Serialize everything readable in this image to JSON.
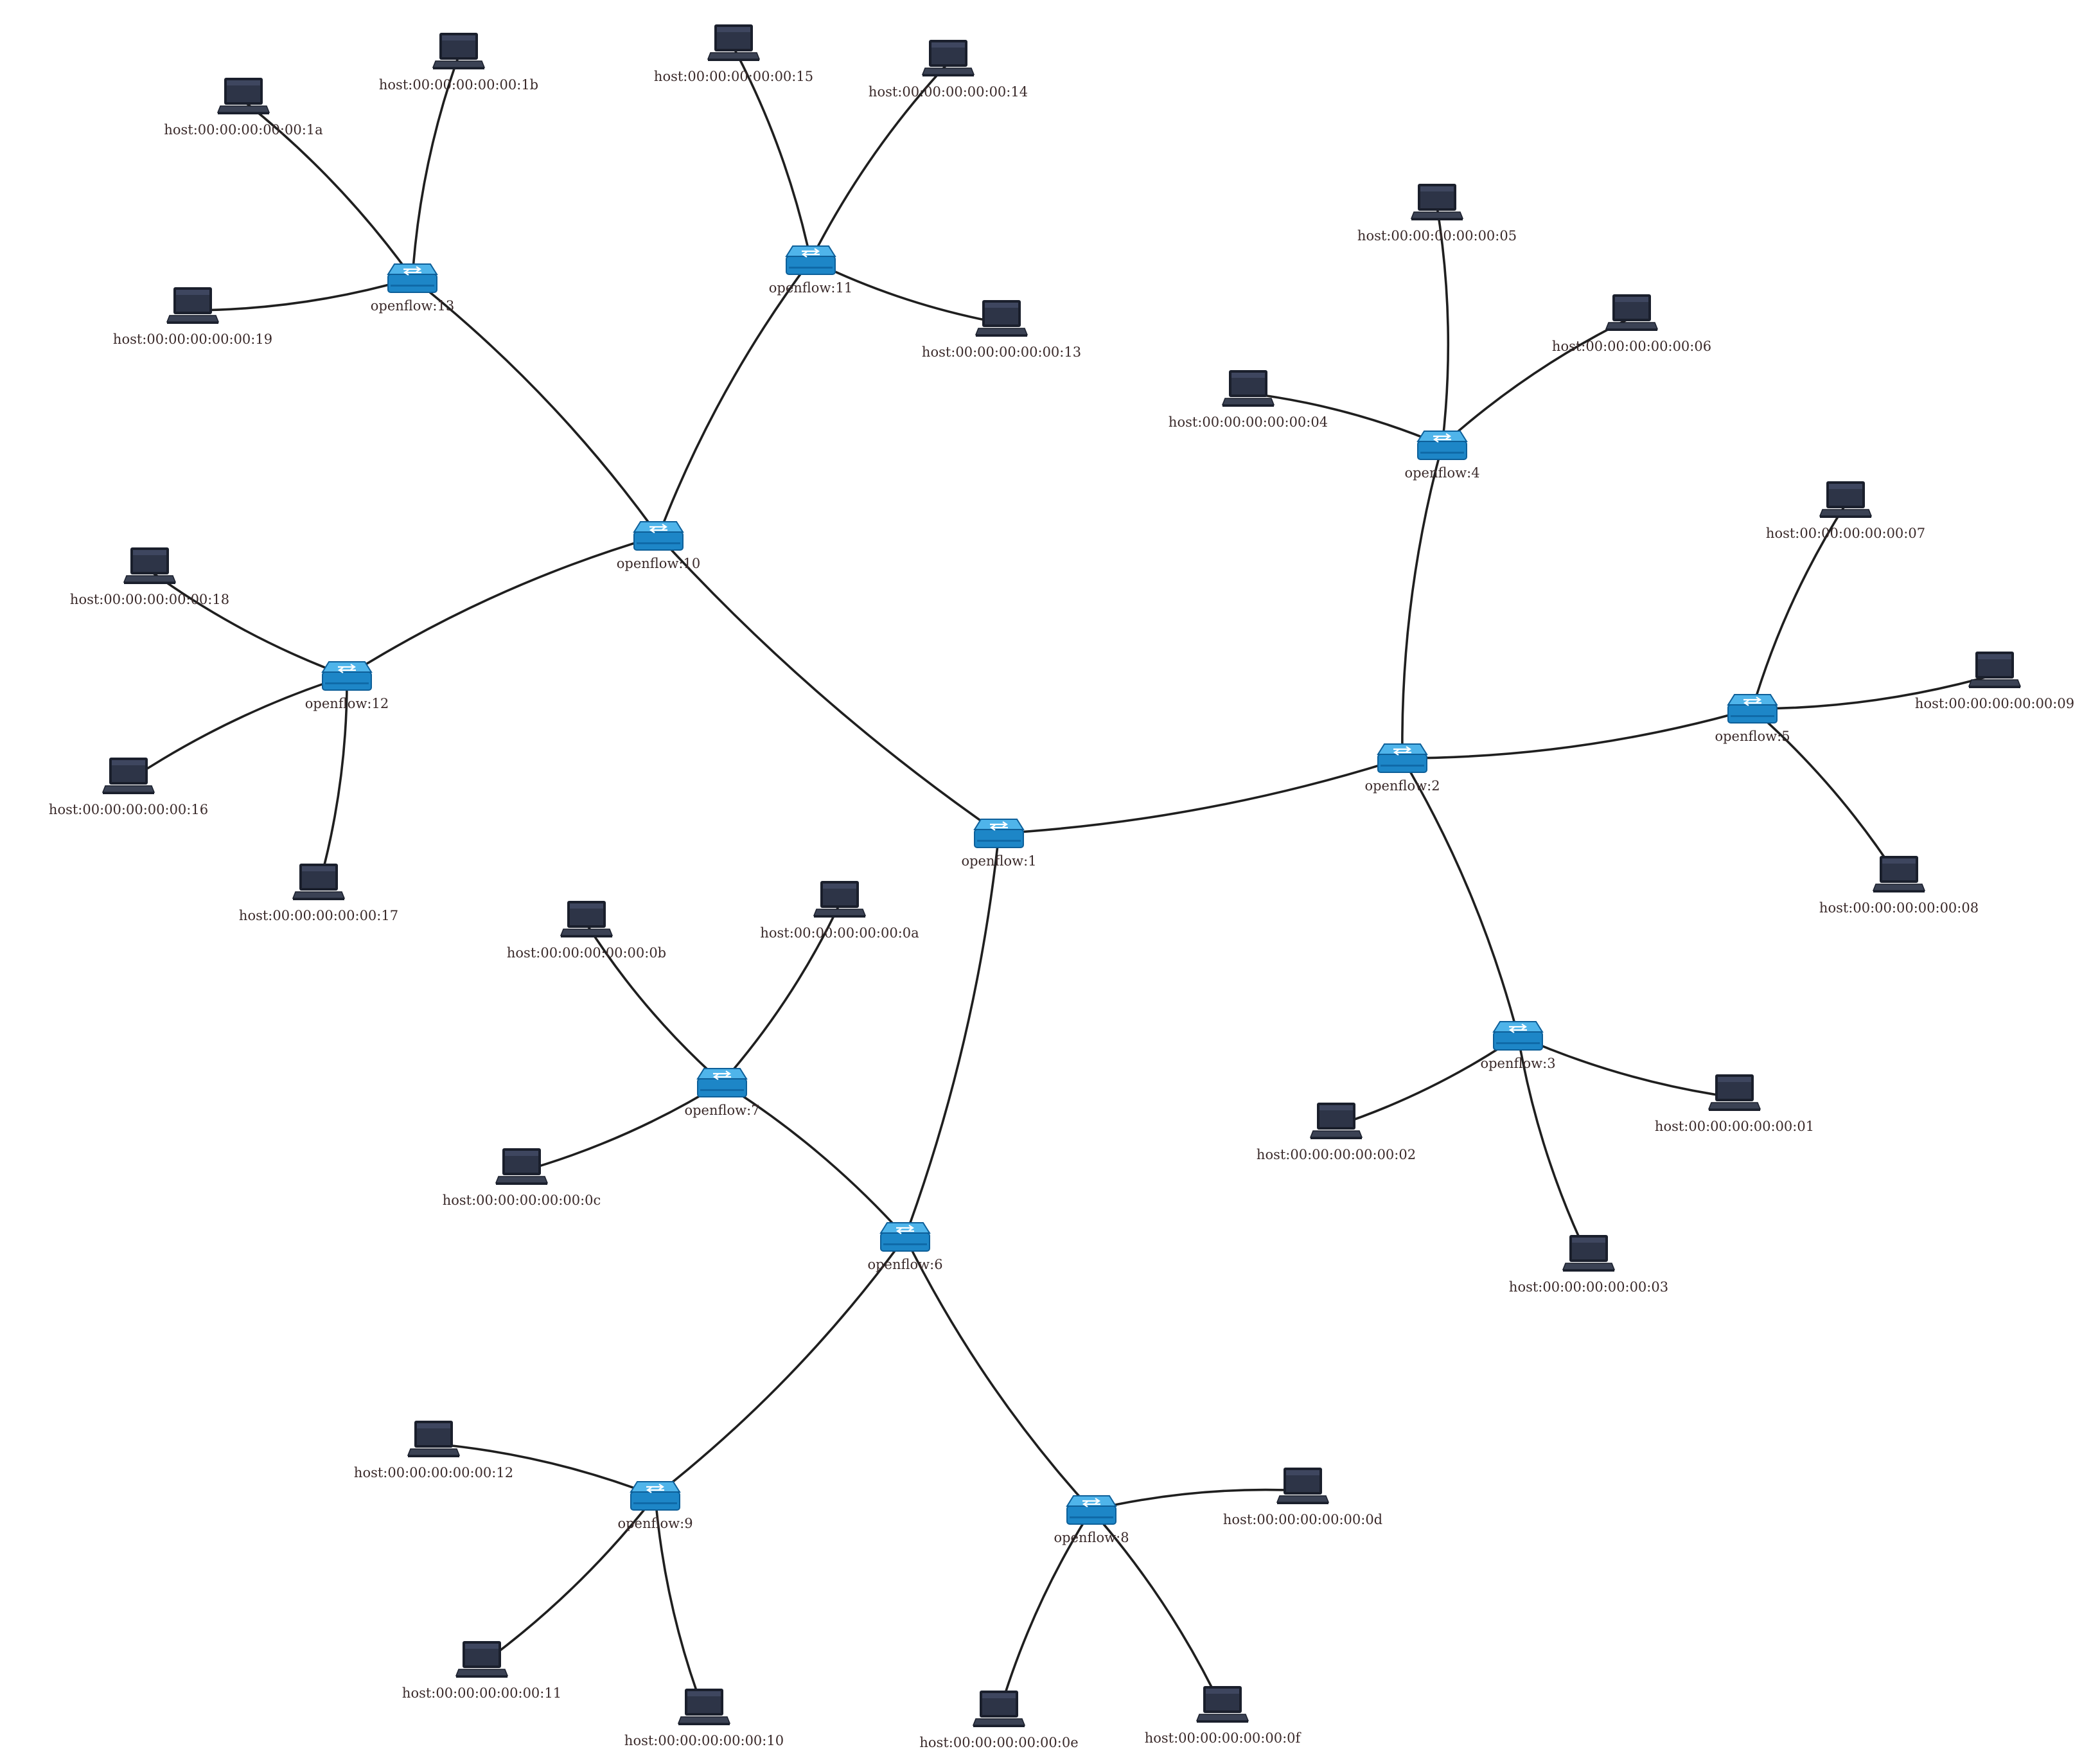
{
  "colors": {
    "switch_top": "#4fb4ea",
    "switch_body": "#1d86c7",
    "switch_edge": "#0d5f99",
    "host_screen": "#2d3447",
    "host_frame": "#1a1f2c",
    "host_base": "#3b4254",
    "edge": "#1f1f1f",
    "label": "#3a2a2a"
  },
  "icons": {
    "switch": "network-switch-icon",
    "host": "laptop-host-icon"
  },
  "nodes": [
    {
      "id": "s1",
      "type": "switch",
      "label": "openflow:1"
    },
    {
      "id": "s2",
      "type": "switch",
      "label": "openflow:2"
    },
    {
      "id": "s3",
      "type": "switch",
      "label": "openflow:3"
    },
    {
      "id": "s4",
      "type": "switch",
      "label": "openflow:4"
    },
    {
      "id": "s5",
      "type": "switch",
      "label": "openflow:5"
    },
    {
      "id": "s6",
      "type": "switch",
      "label": "openflow:6"
    },
    {
      "id": "s7",
      "type": "switch",
      "label": "openflow:7"
    },
    {
      "id": "s8",
      "type": "switch",
      "label": "openflow:8"
    },
    {
      "id": "s9",
      "type": "switch",
      "label": "openflow:9"
    },
    {
      "id": "s10",
      "type": "switch",
      "label": "openflow:10"
    },
    {
      "id": "s11",
      "type": "switch",
      "label": "openflow:11"
    },
    {
      "id": "s12",
      "type": "switch",
      "label": "openflow:12"
    },
    {
      "id": "s13",
      "type": "switch",
      "label": "openflow:13"
    },
    {
      "id": "h01",
      "type": "host",
      "label": "host:00:00:00:00:00:01"
    },
    {
      "id": "h02",
      "type": "host",
      "label": "host:00:00:00:00:00:02"
    },
    {
      "id": "h03",
      "type": "host",
      "label": "host:00:00:00:00:00:03"
    },
    {
      "id": "h04",
      "type": "host",
      "label": "host:00:00:00:00:00:04"
    },
    {
      "id": "h05",
      "type": "host",
      "label": "host:00:00:00:00:00:05"
    },
    {
      "id": "h06",
      "type": "host",
      "label": "host:00:00:00:00:00:06"
    },
    {
      "id": "h07",
      "type": "host",
      "label": "host:00:00:00:00:00:07"
    },
    {
      "id": "h08",
      "type": "host",
      "label": "host:00:00:00:00:00:08"
    },
    {
      "id": "h09",
      "type": "host",
      "label": "host:00:00:00:00:00:09"
    },
    {
      "id": "h0a",
      "type": "host",
      "label": "host:00:00:00:00:00:0a"
    },
    {
      "id": "h0b",
      "type": "host",
      "label": "host:00:00:00:00:00:0b"
    },
    {
      "id": "h0c",
      "type": "host",
      "label": "host:00:00:00:00:00:0c"
    },
    {
      "id": "h0d",
      "type": "host",
      "label": "host:00:00:00:00:00:0d"
    },
    {
      "id": "h0e",
      "type": "host",
      "label": "host:00:00:00:00:00:0e"
    },
    {
      "id": "h0f",
      "type": "host",
      "label": "host:00:00:00:00:00:0f"
    },
    {
      "id": "h10",
      "type": "host",
      "label": "host:00:00:00:00:00:10"
    },
    {
      "id": "h11",
      "type": "host",
      "label": "host:00:00:00:00:00:11"
    },
    {
      "id": "h12",
      "type": "host",
      "label": "host:00:00:00:00:00:12"
    },
    {
      "id": "h13",
      "type": "host",
      "label": "host:00:00:00:00:00:13"
    },
    {
      "id": "h14",
      "type": "host",
      "label": "host:00:00:00:00:00:14"
    },
    {
      "id": "h15",
      "type": "host",
      "label": "host:00:00:00:00:00:15"
    },
    {
      "id": "h16",
      "type": "host",
      "label": "host:00:00:00:00:00:16"
    },
    {
      "id": "h17",
      "type": "host",
      "label": "host:00:00:00:00:00:17"
    },
    {
      "id": "h18",
      "type": "host",
      "label": "host:00:00:00:00:00:18"
    },
    {
      "id": "h19",
      "type": "host",
      "label": "host:00:00:00:00:00:19"
    },
    {
      "id": "h1a",
      "type": "host",
      "label": "host:00:00:00:00:00:1a"
    },
    {
      "id": "h1b",
      "type": "host",
      "label": "host:00:00:00:00:00:1b"
    }
  ],
  "links": [
    [
      "s1",
      "s10"
    ],
    [
      "s1",
      "s2"
    ],
    [
      "s1",
      "s6"
    ],
    [
      "s10",
      "s13"
    ],
    [
      "s10",
      "s11"
    ],
    [
      "s10",
      "s12"
    ],
    [
      "s2",
      "s4"
    ],
    [
      "s2",
      "s5"
    ],
    [
      "s2",
      "s3"
    ],
    [
      "s6",
      "s7"
    ],
    [
      "s6",
      "s9"
    ],
    [
      "s6",
      "s8"
    ],
    [
      "s13",
      "h1b"
    ],
    [
      "s13",
      "h1a"
    ],
    [
      "s13",
      "h19"
    ],
    [
      "s11",
      "h15"
    ],
    [
      "s11",
      "h14"
    ],
    [
      "s11",
      "h13"
    ],
    [
      "s12",
      "h18"
    ],
    [
      "s12",
      "h16"
    ],
    [
      "s12",
      "h17"
    ],
    [
      "s4",
      "h05"
    ],
    [
      "s4",
      "h06"
    ],
    [
      "s4",
      "h04"
    ],
    [
      "s5",
      "h07"
    ],
    [
      "s5",
      "h09"
    ],
    [
      "s5",
      "h08"
    ],
    [
      "s3",
      "h01"
    ],
    [
      "s3",
      "h02"
    ],
    [
      "s3",
      "h03"
    ],
    [
      "s7",
      "h0b"
    ],
    [
      "s7",
      "h0a"
    ],
    [
      "s7",
      "h0c"
    ],
    [
      "s9",
      "h12"
    ],
    [
      "s9",
      "h11"
    ],
    [
      "s9",
      "h10"
    ],
    [
      "s8",
      "h0d"
    ],
    [
      "s8",
      "h0e"
    ],
    [
      "s8",
      "h0f"
    ]
  ]
}
